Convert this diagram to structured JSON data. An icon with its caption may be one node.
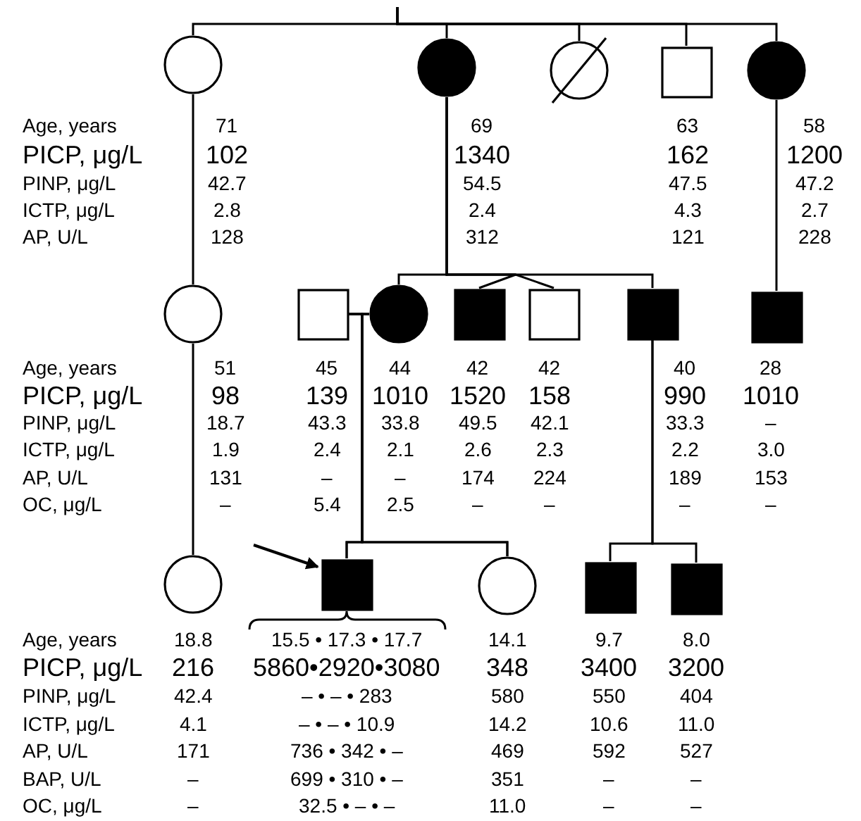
{
  "diagram": {
    "nodes": [
      {
        "text": [],
        "shape": "circle"
      },
      {
        "text": [],
        "shape": "circle"
      },
      {
        "text": [],
        "shape": "circle"
      },
      {
        "text": [],
        "shape": "box"
      },
      {
        "text": [],
        "shape": "circle"
      },
      {
        "text": [],
        "shape": "circle"
      },
      {
        "text": [],
        "shape": "box"
      },
      {
        "text": [],
        "shape": "circle"
      },
      {
        "text": [],
        "shape": "box"
      },
      {
        "text": [],
        "shape": "box"
      },
      {
        "text": [],
        "shape": "box"
      },
      {
        "text": [],
        "shape": "box"
      },
      {
        "text": [],
        "shape": "circle"
      },
      {
        "text": [],
        "shape": "box"
      },
      {
        "text": [],
        "shape": "circle"
      },
      {
        "text": [],
        "shape": "box"
      },
      {
        "text": [],
        "shape": "box"
      }
    ],
    "edges": [
      {
        "from": null,
        "to": 0,
        "arrow": "none"
      },
      {
        "from": null,
        "to": 1,
        "arrow": "none"
      },
      {
        "from": null,
        "to": 2,
        "arrow": "none"
      },
      {
        "from": null,
        "to": 3,
        "arrow": "none"
      },
      {
        "from": null,
        "to": 4,
        "arrow": "none"
      },
      {
        "from": 0,
        "to": 5,
        "arrow": "none"
      },
      {
        "from": 1,
        "to": 7,
        "arrow": "none"
      },
      {
        "from": 1,
        "to": 8,
        "arrow": "none"
      },
      {
        "from": 1,
        "to": 9,
        "arrow": "none"
      },
      {
        "from": 1,
        "to": 10,
        "arrow": "none"
      },
      {
        "from": 4,
        "to": 11,
        "arrow": "none"
      },
      {
        "from": 6,
        "to": 7,
        "arrow": "none"
      },
      {
        "from": 5,
        "to": 12,
        "arrow": "none"
      },
      {
        "from": 6,
        "to": 13,
        "arrow": "none"
      },
      {
        "from": 6,
        "to": 14,
        "arrow": "none"
      },
      {
        "from": 7,
        "to": 13,
        "arrow": "none"
      },
      {
        "from": 7,
        "to": 14,
        "arrow": "none"
      },
      {
        "from": 10,
        "to": 15,
        "arrow": "none"
      },
      {
        "from": 10,
        "to": 16,
        "arrow": "none"
      },
      {
        "from": null,
        "to": 13,
        "arrow": "to"
      }
    ],
    "labels": [
      "Age, years",
      "71",
      "69",
      "63",
      "58",
      "PICP, μg/L",
      "102",
      "1340",
      "162",
      "1200",
      "PINP, μg/L",
      "42.7",
      "54.5",
      "47.5",
      "47.2",
      "ICTP, μg/L",
      "2.8",
      "2.4",
      "4.3",
      "2.7",
      "AP, U/L",
      "128",
      "312",
      "121",
      "228",
      "Age, years",
      "51",
      "45",
      "44",
      "42",
      "42",
      "40",
      "28",
      "PICP, μg/L",
      "98",
      "139",
      "1010",
      "1520",
      "158",
      "990",
      "1010",
      "PINP, μg/L",
      "18.7",
      "43.3",
      "33.8",
      "49.5",
      "42.1",
      "33.3",
      "–",
      "ICTP, μg/L",
      "1.9",
      "2.4",
      "2.1",
      "2.6",
      "2.3",
      "2.2",
      "3.0",
      "AP, U/L",
      "131",
      "–",
      "–",
      "174",
      "224",
      "189",
      "153",
      "OC, μg/L",
      "–",
      "5.4",
      "2.5",
      "–",
      "–",
      "–",
      "–",
      "Age, years",
      "18.8",
      "15.5 • 17.3 • 17.7",
      "14.1",
      "9.7",
      "8.0",
      "PICP, μg/L",
      "216",
      "5860•2920•3080",
      "348",
      "3400",
      "3200",
      "PINP, μg/L",
      "42.4",
      "– • – • 283",
      "580",
      "550",
      "404",
      "ICTP, μg/L",
      "4.1",
      "– • – • 10.9",
      "14.2",
      "10.6",
      "11.0",
      "AP, U/L",
      "171",
      "736 • 342 • –",
      "469",
      "592",
      "527",
      "BAP, U/L",
      "–",
      "699 • 310 • –",
      "351",
      "–",
      "–",
      "OC, μg/L",
      "–",
      "32.5 • – • –",
      "11.0",
      "–",
      "–"
    ]
  }
}
